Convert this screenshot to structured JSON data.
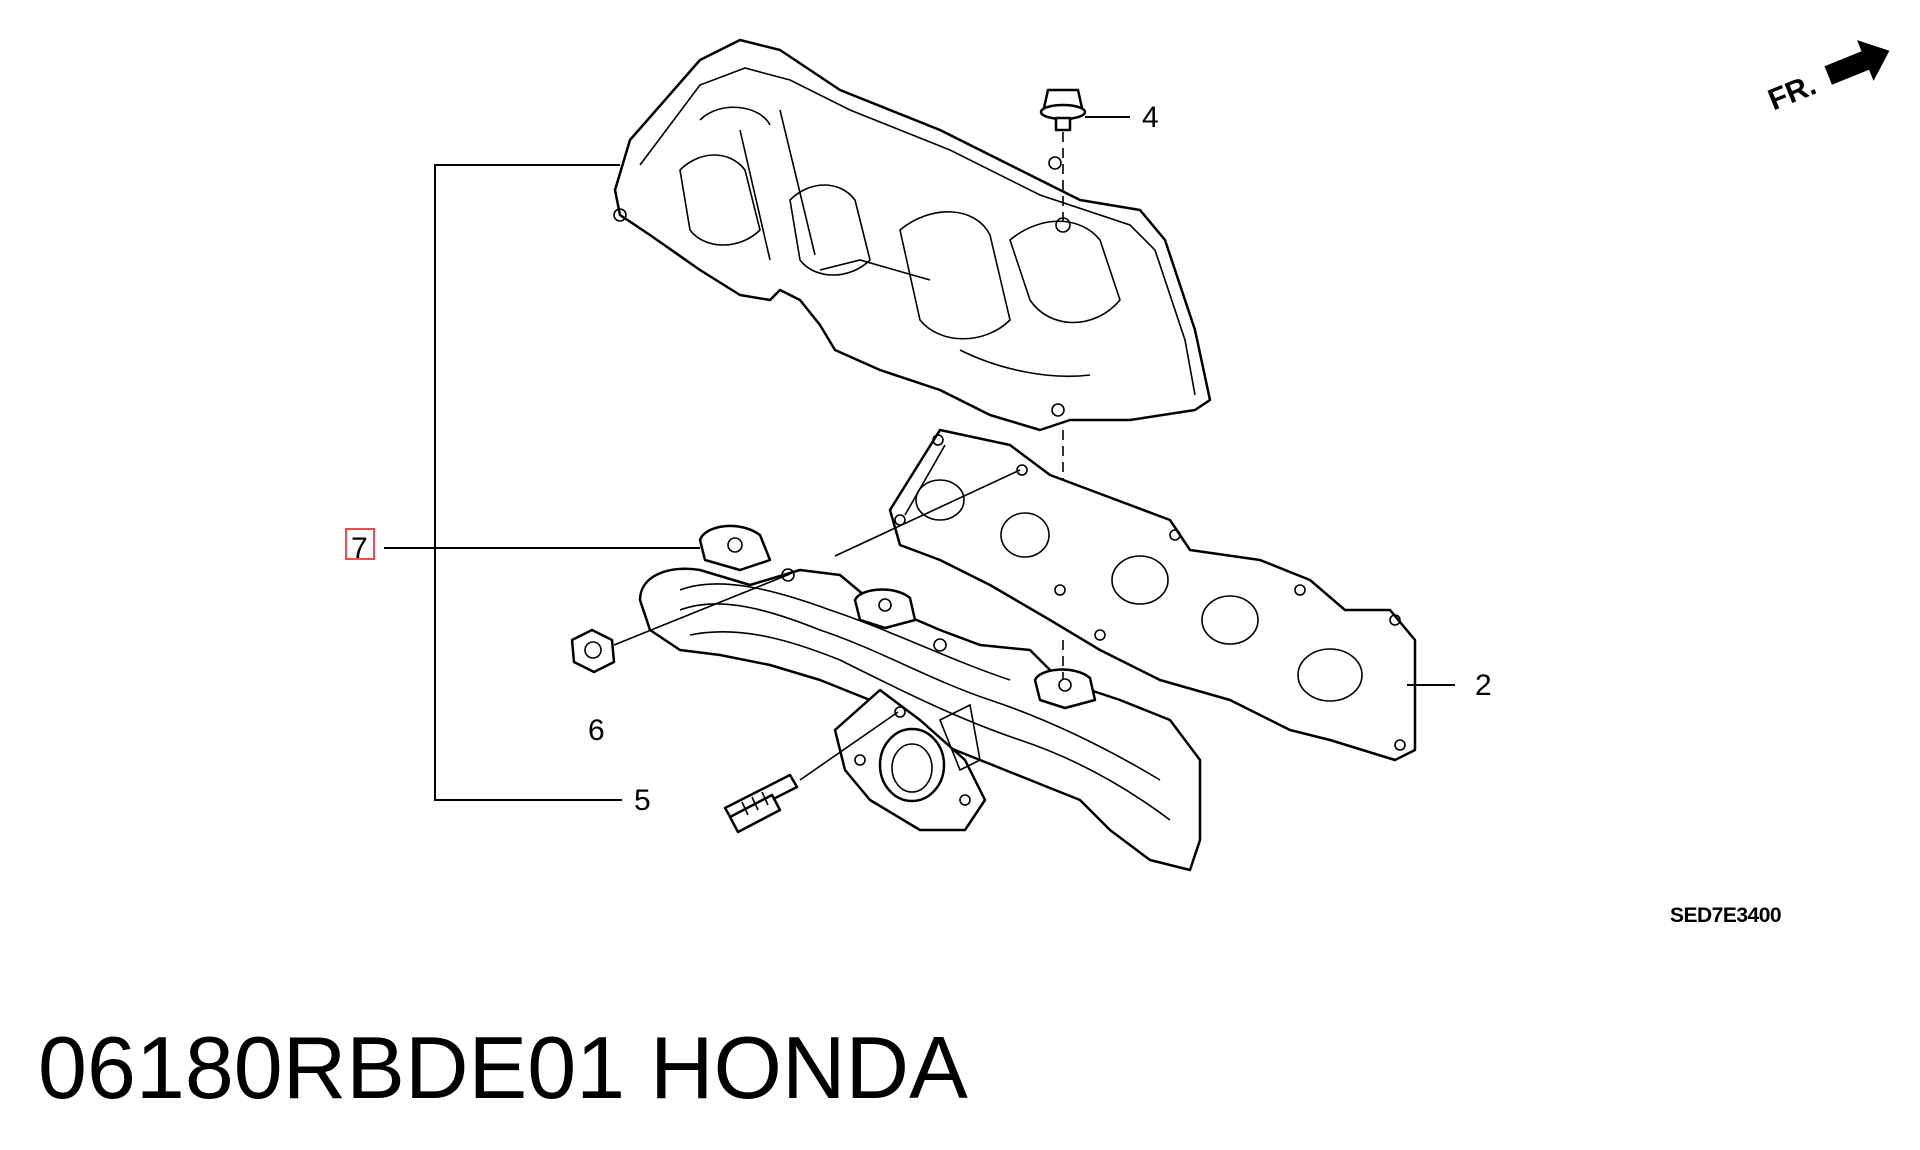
{
  "diagram": {
    "callouts": [
      {
        "id": "2",
        "label": "2"
      },
      {
        "id": "4",
        "label": "4"
      },
      {
        "id": "5",
        "label": "5"
      },
      {
        "id": "6",
        "label": "6"
      },
      {
        "id": "7",
        "label": "7",
        "highlighted": true
      }
    ],
    "direction_label": "FR.",
    "figure_code": "SED7E3400",
    "highlight_color": "#e11111"
  },
  "caption": {
    "part_number": "06180RBDE01",
    "brand": "HONDA"
  }
}
